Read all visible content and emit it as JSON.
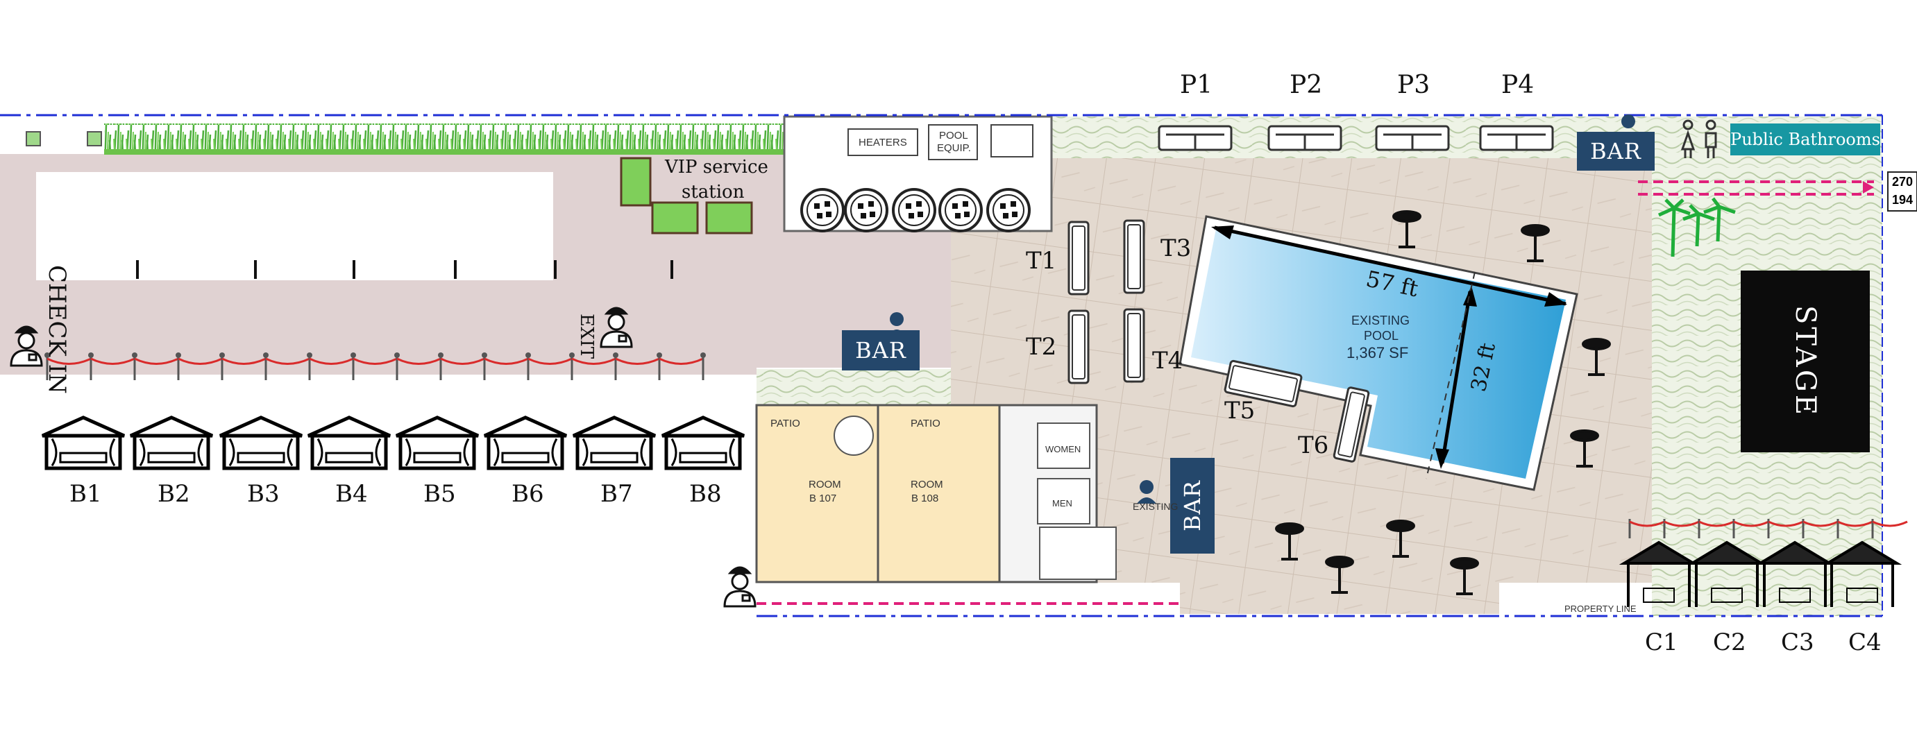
{
  "labels": {
    "check_in": "CHECK IN",
    "exit": "EXIT",
    "vip_line1": "VIP service",
    "vip_line2": "station",
    "heaters": "HEATERS",
    "pool_equip_1": "POOL",
    "pool_equip_2": "EQUIP.",
    "bar_left": "BAR",
    "bar_center": "BAR",
    "bar_top": "BAR",
    "existing_bar": "EXISTING",
    "public_bathrooms": "Public Bathrooms",
    "stage": "STAGE",
    "pool_length": "57 ft",
    "pool_width": "32 ft",
    "pool_line1": "EXISTING",
    "pool_line2": "POOL",
    "pool_line3": "1,367 SF",
    "patio_left": "PATIO",
    "patio_right": "PATIO",
    "room_107_a": "ROOM",
    "room_107_b": "B 107",
    "room_108_a": "ROOM",
    "room_108_b": "B 108",
    "women": "WOMEN",
    "men": "MEN",
    "property_line": "PROPERTY LINE",
    "dim_top": "270",
    "dim_bottom": "194"
  },
  "cabanas_b": [
    "B1",
    "B2",
    "B3",
    "B4",
    "B5",
    "B6",
    "B7",
    "B8"
  ],
  "cabanas_c": [
    "C1",
    "C2",
    "C3",
    "C4"
  ],
  "sofas_p": [
    "P1",
    "P2",
    "P3",
    "P4"
  ],
  "tables_t": [
    "T1",
    "T2",
    "T3",
    "T4",
    "T5",
    "T6"
  ],
  "colors": {
    "bar_blue": "#24476b",
    "teal": "#1797a2",
    "grass": "#4caf3a",
    "plaza": "#e0d2d2",
    "pool_dark": "#2f9fd6",
    "pool_light": "#d8eefb",
    "boundary_blue": "#1f2fd6",
    "magenta": "#e0207a"
  }
}
